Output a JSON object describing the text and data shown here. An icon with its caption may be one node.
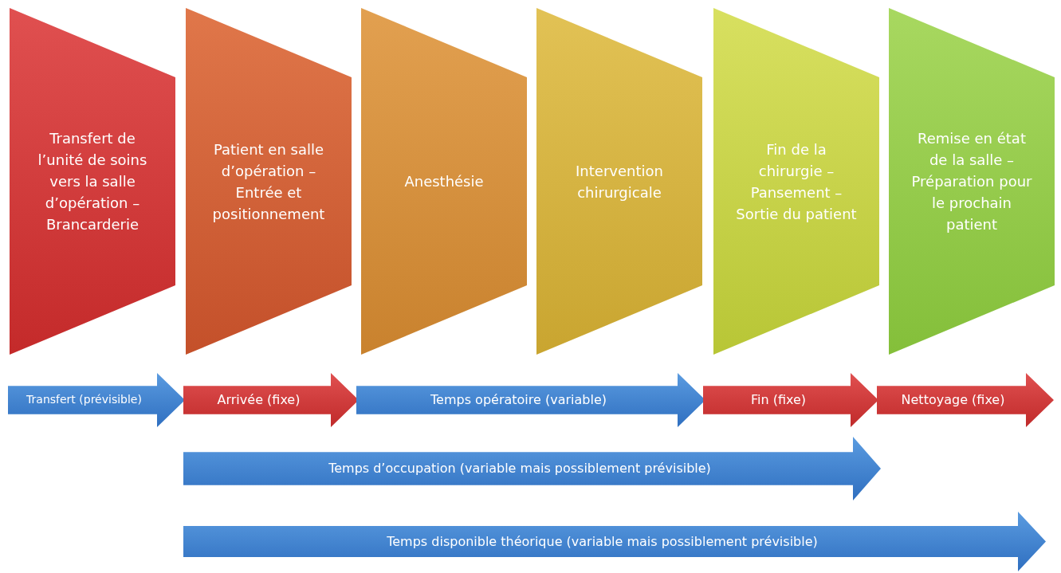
{
  "diagram": {
    "nodes": [
      {
        "text": [
          "Transfert de l’unité de soins vers la salle d’opération – Brancarderie"
        ]
      },
      {
        "text": [
          "Patient en salle d’opération – Entrée et positionnement"
        ]
      },
      {
        "text": [
          "Anesthésie"
        ]
      },
      {
        "text": [
          "Intervention chirurgicale"
        ]
      },
      {
        "text": [
          "Fin de la chirurgie – Pansement – Sortie du patient"
        ]
      },
      {
        "text": [
          "Remise en état de la salle – Préparation pour le prochain patient"
        ]
      },
      {
        "text": [
          "Transfert (prévisible)"
        ]
      },
      {
        "text": [
          "Arrivée (fixe)"
        ]
      },
      {
        "text": [
          "Temps opératoire (variable)"
        ]
      },
      {
        "text": [
          "Fin (fixe)"
        ]
      },
      {
        "text": [
          "Nettoyage (fixe)"
        ]
      },
      {
        "text": [
          "Temps d’occupation (variable mais possiblement prévisible)"
        ]
      },
      {
        "text": [
          "Temps disponible théorique (variable mais possiblement prévisible)"
        ]
      }
    ]
  }
}
